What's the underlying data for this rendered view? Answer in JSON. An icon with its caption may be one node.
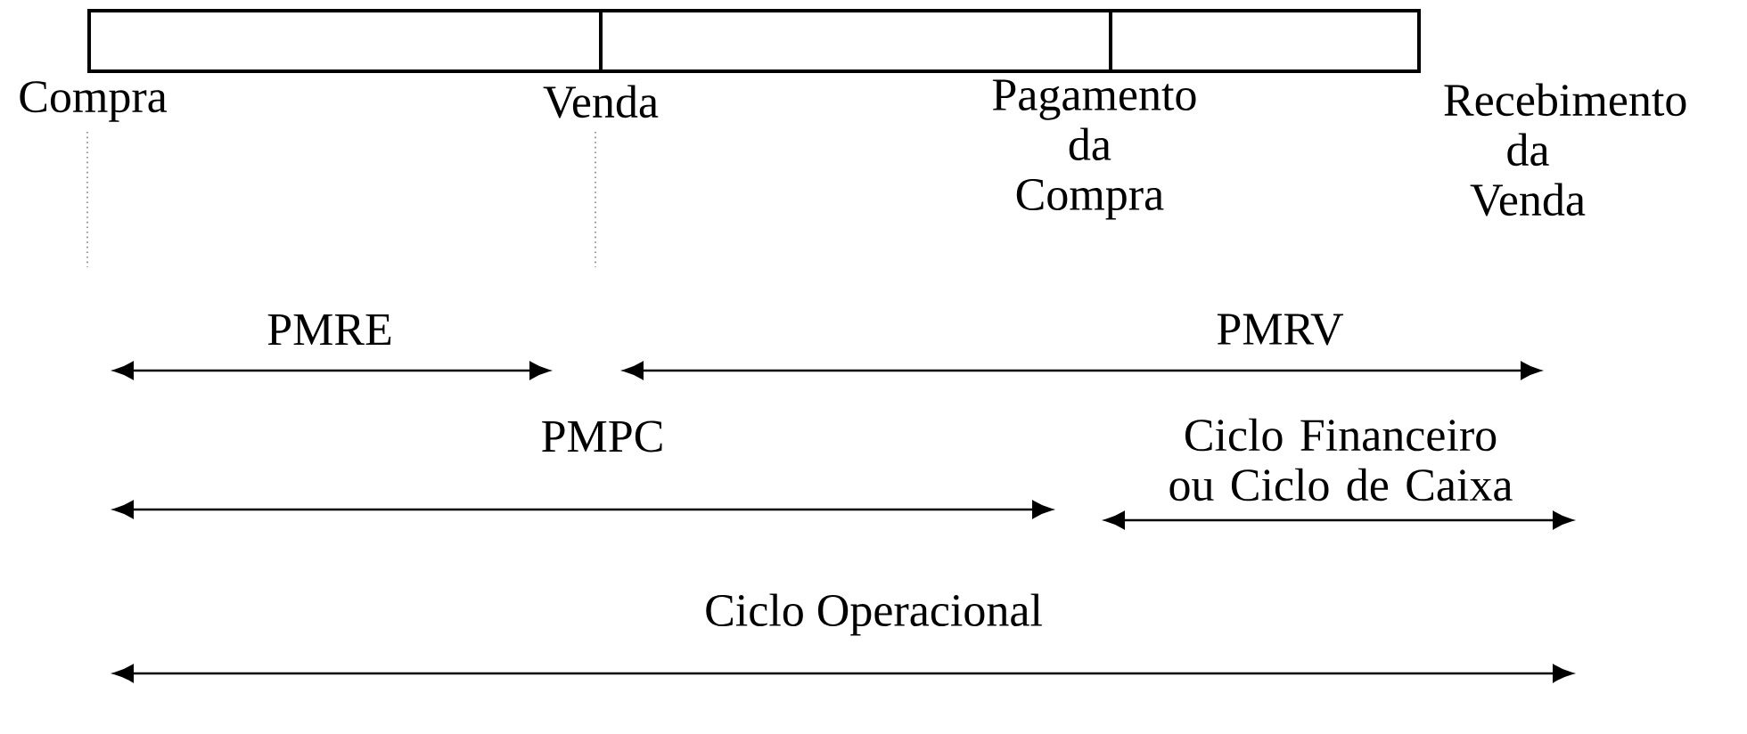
{
  "diagram": {
    "labels": [
      "Compra",
      "Venda",
      "Pagamento da Compra",
      "Recebimento da Venda",
      "PMRE",
      "PMRV",
      "PMPC",
      "Ciclo Financeiro ou Ciclo de Caixa",
      "Ciclo Operacional"
    ]
  }
}
